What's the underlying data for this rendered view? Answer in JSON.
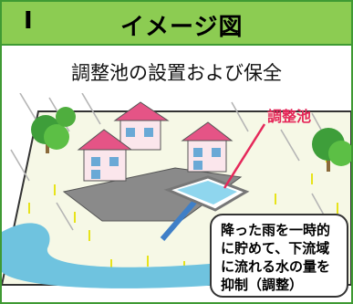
{
  "header": {
    "number": "Ⅰ",
    "title": "イメージ図"
  },
  "diagram": {
    "subtitle": "調整池の設置および保全",
    "label": "調整池",
    "callout_lines": [
      "降った雨を一時的",
      "に貯めて、下流域",
      "に流れる水の量を",
      "抑制（調整）"
    ]
  },
  "colors": {
    "header_bg": "#8ccc52",
    "border": "#3f9a33",
    "label_red": "#e5285a",
    "river": "#6fc3df"
  }
}
